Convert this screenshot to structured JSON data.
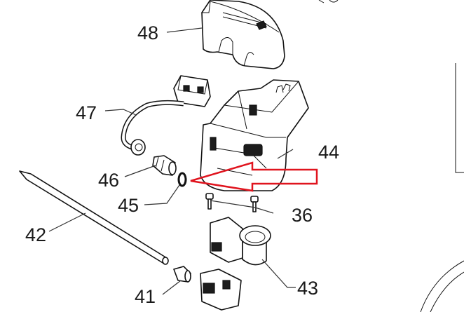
{
  "diagram": {
    "colors": {
      "line": "#111111",
      "text": "#1a1a1a",
      "highlight_arrow": "#e0141e",
      "background": "#ffffff"
    },
    "callouts": {
      "n48": "48",
      "n47": "47",
      "n44": "44",
      "n46": "46",
      "n45": "45",
      "n42": "42",
      "n36": "36",
      "n43": "43",
      "n41": "41"
    }
  }
}
